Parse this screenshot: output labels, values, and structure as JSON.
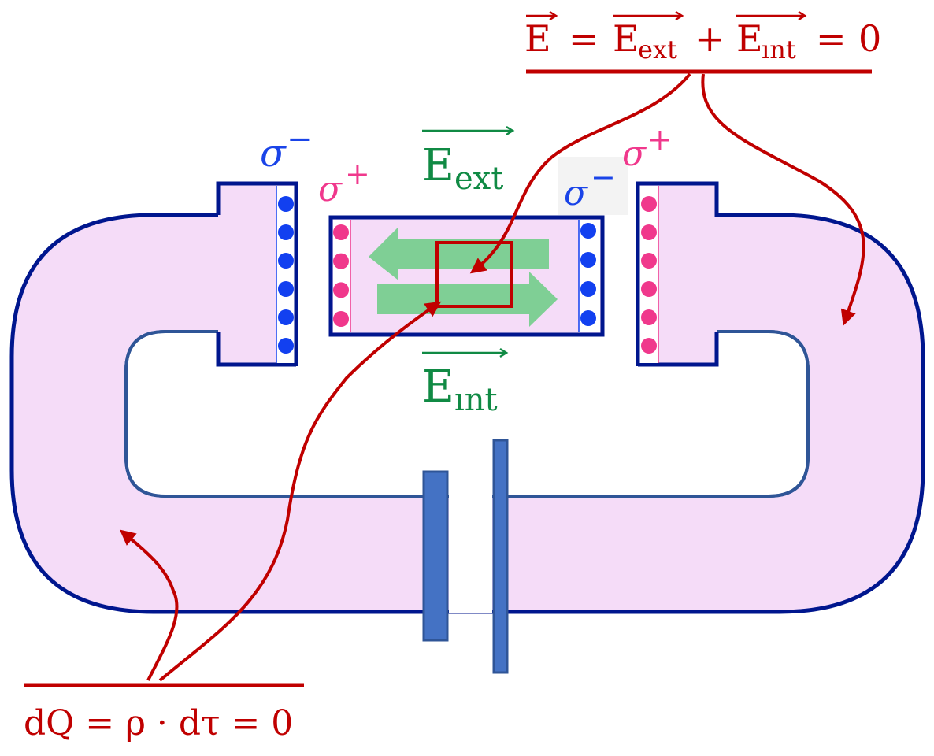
{
  "colors": {
    "conductor_fill": "#f5dcf8",
    "conductor_outline": "#00168e",
    "inner_outline": "#2f5597",
    "battery_fill": "#4472c4",
    "battery_outline": "#2f5597",
    "negative_charge": "#1240f0",
    "positive_charge": "#f0388c",
    "field_arrow": "#7fcf95",
    "annotation_red": "#c00000",
    "label_green": "#108a44"
  },
  "equations": {
    "field_total": {
      "E": "E",
      "eq1": "=",
      "E_ext_main": "E",
      "E_ext_sub": "ext",
      "plus": "+",
      "E_int_main": "E",
      "E_int_sub": "ınt",
      "eq2": "=",
      "zero": "0"
    },
    "charge": {
      "text": "dQ = ρ · dτ = 0"
    }
  },
  "labels": {
    "sigma_minus_left": {
      "symbol": "σ",
      "sign": "−"
    },
    "sigma_plus_left": {
      "symbol": "σ",
      "sign": "+"
    },
    "sigma_minus_right": {
      "symbol": "σ",
      "sign": "−"
    },
    "sigma_plus_right": {
      "symbol": "σ",
      "sign": "+"
    },
    "e_ext": {
      "main": "E",
      "sub": "ext"
    },
    "e_int": {
      "main": "E",
      "sub": "ınt"
    }
  },
  "charges": {
    "left_plate_negative_count": 6,
    "gap_box_positive_count": 4,
    "gap_box_negative_count": 4,
    "right_plate_positive_count": 6
  }
}
